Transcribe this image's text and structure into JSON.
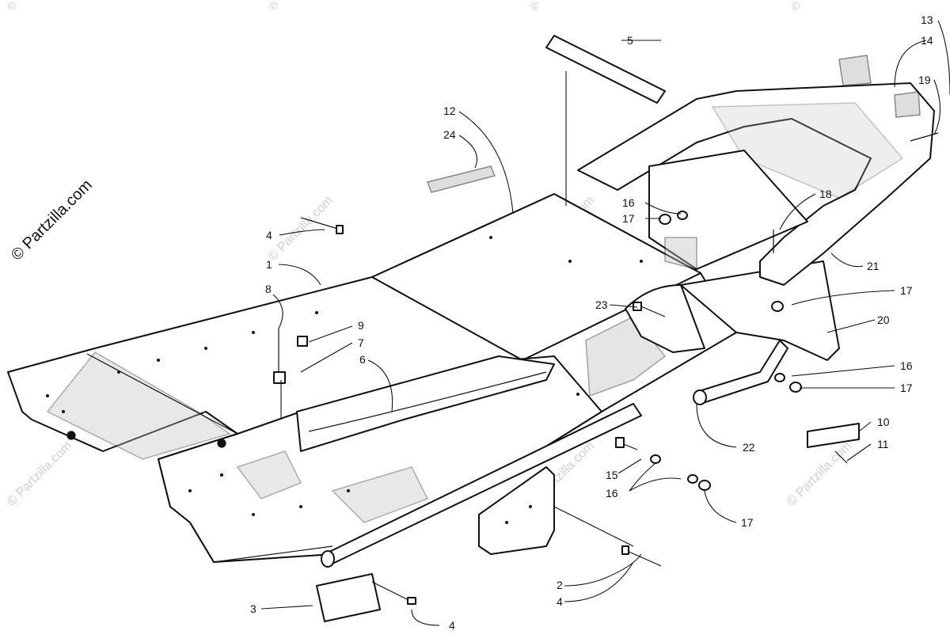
{
  "watermark": {
    "main": "© Partzilla.com",
    "repeat": "© Partzilla.com",
    "marks": [
      "©",
      "©",
      "©",
      "©"
    ]
  },
  "callouts": [
    "1",
    "2",
    "3",
    "4",
    "4",
    "4",
    "5",
    "6",
    "7",
    "8",
    "9",
    "10",
    "11",
    "12",
    "13",
    "14",
    "15",
    "16",
    "16",
    "16",
    "17",
    "17",
    "17",
    "17",
    "18",
    "19",
    "20",
    "21",
    "22",
    "23",
    "24"
  ]
}
